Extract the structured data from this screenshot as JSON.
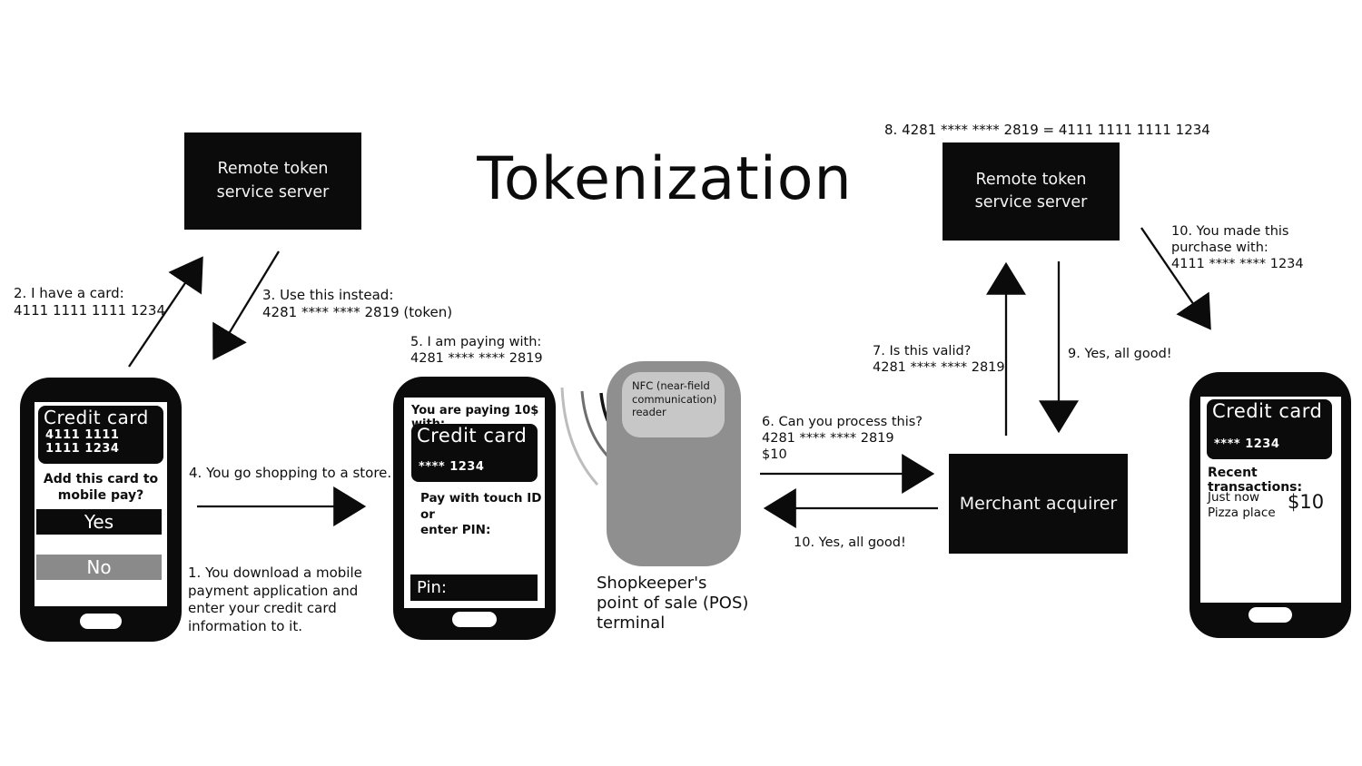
{
  "title": "Tokenization",
  "colors": {
    "background": "#ffffff",
    "box_black": "#0b0b0b",
    "pos_gray": "#8f8f8f",
    "reader_gray": "#c7c7c7",
    "no_button_gray": "#8a8a8a",
    "text": "#0e0e0e"
  },
  "servers": {
    "left_label": "Remote token\nservice server",
    "right_label": "Remote token\nservice server"
  },
  "merchant": {
    "label": "Merchant acquirer"
  },
  "steps": {
    "s1": "1. You download a mobile\npayment application and\nenter your credit card\ninformation to it.",
    "s2": "2. I have a card:\n4111 1111 1111 1234",
    "s3": "3. Use this instead:\n4281 **** **** 2819 (token)",
    "s4": "4. You go shopping to a store.",
    "s5": "5. I am paying with:\n4281 **** **** 2819",
    "s6": "6. Can you process this?\n4281 **** **** 2819\n$10",
    "s7": "7. Is this valid?\n4281 **** **** 2819",
    "s8": "8. 4281 **** **** 2819 = 4111 1111 1111 1234",
    "s9": "9. Yes, all good!",
    "s10_merchant": "10. Yes, all good!",
    "s10_purchase": "10. You made this\npurchase with:\n4111 **** **** 1234"
  },
  "left_phone": {
    "card_title": "Credit card",
    "card_number": "4111 1111 1111 1234",
    "prompt": "Add this card to\nmobile pay?",
    "yes_label": "Yes",
    "no_label": "No"
  },
  "middle_phone": {
    "header": "You are paying 10$ with:",
    "card_title": "Credit card",
    "card_number": "**** 1234",
    "pay_prompt": "Pay with touch ID or\nenter PIN:",
    "pin_label": "Pin:"
  },
  "right_phone": {
    "card_title": "Credit card",
    "card_number": "**** 1234",
    "recent_header": "Recent transactions:",
    "tx_time": "Just now",
    "tx_merchant": "Pizza place",
    "tx_amount": "$10"
  },
  "pos_terminal": {
    "reader_label": "NFC (near-field\ncommunication)\nreader",
    "caption": "Shopkeeper's\npoint of sale (POS)\nterminal"
  }
}
